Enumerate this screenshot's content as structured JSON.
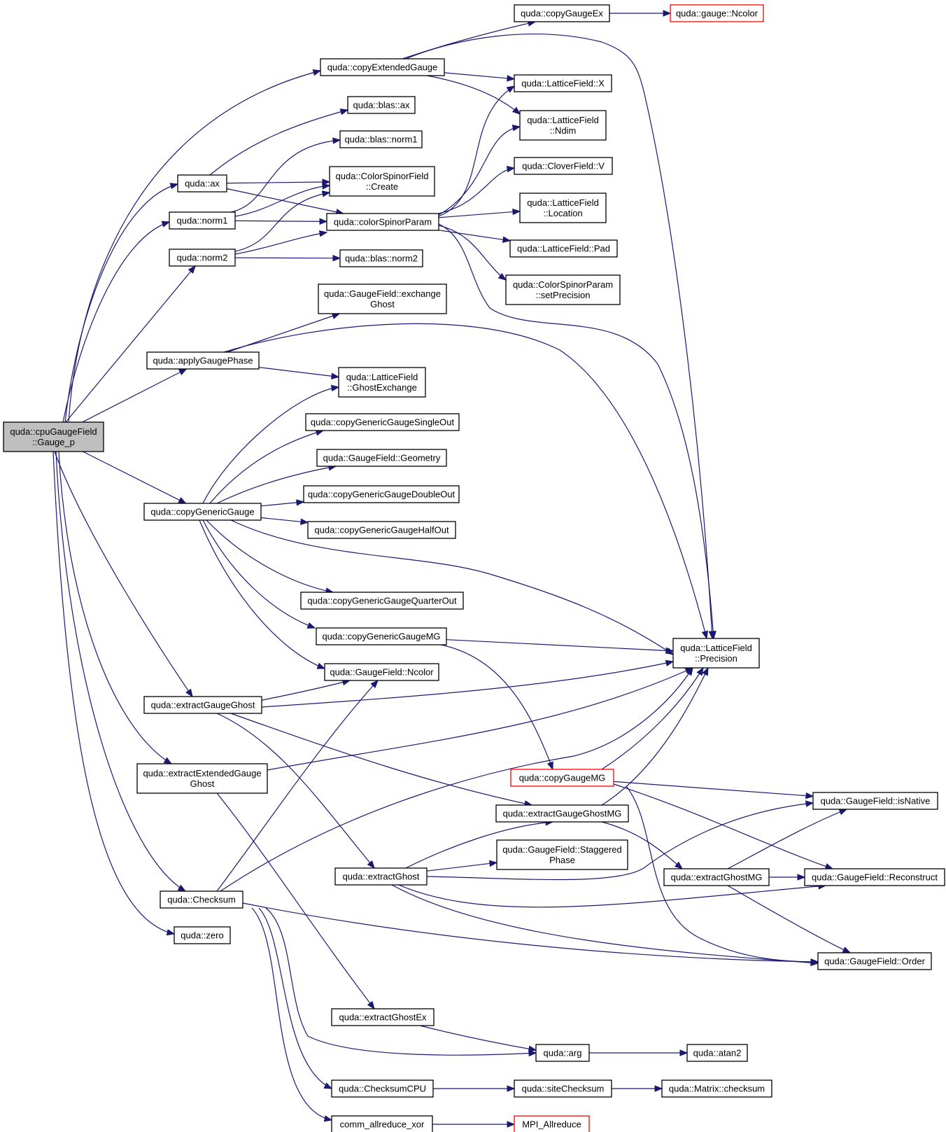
{
  "colors": {
    "edge": "#191970",
    "node_border": "#000000",
    "node_border_truncated": "#ff0000",
    "root_fill": "#bfbfbf",
    "node_fill": "#ffffff"
  },
  "nodes": [
    {
      "id": "root",
      "lines": [
        "quda::cpuGaugeField",
        "::Gauge_p"
      ],
      "style": "root"
    },
    {
      "id": "copyExtendedGauge",
      "lines": [
        "quda::copyExtendedGauge"
      ]
    },
    {
      "id": "ax",
      "lines": [
        "quda::ax"
      ]
    },
    {
      "id": "norm1",
      "lines": [
        "quda::norm1"
      ]
    },
    {
      "id": "norm2",
      "lines": [
        "quda::norm2"
      ]
    },
    {
      "id": "applyGaugePhase",
      "lines": [
        "quda::applyGaugePhase"
      ]
    },
    {
      "id": "copyGenericGauge",
      "lines": [
        "quda::copyGenericGauge"
      ]
    },
    {
      "id": "extractGaugeGhost",
      "lines": [
        "quda::extractGaugeGhost"
      ]
    },
    {
      "id": "extractExtendedGaugeGhost",
      "lines": [
        "quda::extractExtendedGauge",
        "Ghost"
      ]
    },
    {
      "id": "Checksum",
      "lines": [
        "quda::Checksum"
      ]
    },
    {
      "id": "zero",
      "lines": [
        "quda::zero"
      ]
    },
    {
      "id": "blas_ax",
      "lines": [
        "quda::blas::ax"
      ]
    },
    {
      "id": "blas_norm1",
      "lines": [
        "quda::blas::norm1"
      ]
    },
    {
      "id": "csf_Create",
      "lines": [
        "quda::ColorSpinorField",
        "::Create"
      ]
    },
    {
      "id": "colorSpinorParam",
      "lines": [
        "quda::colorSpinorParam"
      ]
    },
    {
      "id": "blas_norm2",
      "lines": [
        "quda::blas::norm2"
      ]
    },
    {
      "id": "gf_exchangeGhost",
      "lines": [
        "quda::GaugeField::exchange",
        "Ghost"
      ]
    },
    {
      "id": "lf_GhostExchange",
      "lines": [
        "quda::LatticeField",
        "::GhostExchange"
      ]
    },
    {
      "id": "cg_SingleOut",
      "lines": [
        "quda::copyGenericGaugeSingleOut"
      ]
    },
    {
      "id": "gf_Geometry",
      "lines": [
        "quda::GaugeField::Geometry"
      ]
    },
    {
      "id": "cg_DoubleOut",
      "lines": [
        "quda::copyGenericGaugeDoubleOut"
      ]
    },
    {
      "id": "cg_HalfOut",
      "lines": [
        "quda::copyGenericGaugeHalfOut"
      ]
    },
    {
      "id": "cg_QuarterOut",
      "lines": [
        "quda::copyGenericGaugeQuarterOut"
      ]
    },
    {
      "id": "cg_MG",
      "lines": [
        "quda::copyGenericGaugeMG"
      ]
    },
    {
      "id": "gf_Ncolor",
      "lines": [
        "quda::GaugeField::Ncolor"
      ]
    },
    {
      "id": "extractGhostEx",
      "lines": [
        "quda::extractGhostEx"
      ]
    },
    {
      "id": "extractGhost",
      "lines": [
        "quda::extractGhost"
      ]
    },
    {
      "id": "ChecksumCPU",
      "lines": [
        "quda::ChecksumCPU"
      ]
    },
    {
      "id": "comm_allreduce_xor",
      "lines": [
        "comm_allreduce_xor"
      ]
    },
    {
      "id": "copyGaugeEx",
      "lines": [
        "quda::copyGaugeEx"
      ]
    },
    {
      "id": "gauge_Ncolor",
      "lines": [
        "quda::gauge::Ncolor"
      ],
      "style": "truncated"
    },
    {
      "id": "lf_X",
      "lines": [
        "quda::LatticeField::X"
      ]
    },
    {
      "id": "lf_Ndim",
      "lines": [
        "quda::LatticeField",
        "::Ndim"
      ]
    },
    {
      "id": "cf_V",
      "lines": [
        "quda::CloverField::V"
      ]
    },
    {
      "id": "lf_Location",
      "lines": [
        "quda::LatticeField",
        "::Location"
      ]
    },
    {
      "id": "lf_Pad",
      "lines": [
        "quda::LatticeField::Pad"
      ]
    },
    {
      "id": "csp_setPrecision",
      "lines": [
        "quda::ColorSpinorParam",
        "::setPrecision"
      ]
    },
    {
      "id": "lf_Precision",
      "lines": [
        "quda::LatticeField",
        "::Precision"
      ]
    },
    {
      "id": "copyGaugeMG",
      "lines": [
        "quda::copyGaugeMG"
      ],
      "style": "truncated"
    },
    {
      "id": "extractGaugeGhostMG",
      "lines": [
        "quda::extractGaugeGhostMG"
      ]
    },
    {
      "id": "gf_StaggeredPhase",
      "lines": [
        "quda::GaugeField::Staggered",
        "Phase"
      ]
    },
    {
      "id": "extractGhostMG",
      "lines": [
        "quda::extractGhostMG"
      ]
    },
    {
      "id": "gf_isNative",
      "lines": [
        "quda::GaugeField::isNative"
      ]
    },
    {
      "id": "gf_Reconstruct",
      "lines": [
        "quda::GaugeField::Reconstruct"
      ]
    },
    {
      "id": "gf_Order",
      "lines": [
        "quda::GaugeField::Order"
      ]
    },
    {
      "id": "arg",
      "lines": [
        "quda::arg"
      ]
    },
    {
      "id": "atan2",
      "lines": [
        "quda::atan2"
      ]
    },
    {
      "id": "siteChecksum",
      "lines": [
        "quda::siteChecksum"
      ]
    },
    {
      "id": "matrix_checksum",
      "lines": [
        "quda::Matrix::checksum"
      ]
    },
    {
      "id": "MPI_Allreduce",
      "lines": [
        "MPI_Allreduce"
      ],
      "style": "truncated"
    }
  ],
  "edges": [
    [
      "root",
      "copyExtendedGauge"
    ],
    [
      "root",
      "ax"
    ],
    [
      "root",
      "norm1"
    ],
    [
      "root",
      "norm2"
    ],
    [
      "root",
      "applyGaugePhase"
    ],
    [
      "root",
      "copyGenericGauge"
    ],
    [
      "root",
      "extractGaugeGhost"
    ],
    [
      "root",
      "extractExtendedGaugeGhost"
    ],
    [
      "root",
      "Checksum"
    ],
    [
      "root",
      "zero"
    ],
    [
      "copyExtendedGauge",
      "copyGaugeEx"
    ],
    [
      "copyExtendedGauge",
      "lf_X"
    ],
    [
      "copyExtendedGauge",
      "lf_Ndim"
    ],
    [
      "copyExtendedGauge",
      "lf_Precision"
    ],
    [
      "copyGaugeEx",
      "gauge_Ncolor"
    ],
    [
      "ax",
      "blas_ax"
    ],
    [
      "ax",
      "csf_Create"
    ],
    [
      "ax",
      "colorSpinorParam"
    ],
    [
      "norm1",
      "blas_norm1"
    ],
    [
      "norm1",
      "csf_Create"
    ],
    [
      "norm1",
      "colorSpinorParam"
    ],
    [
      "norm2",
      "csf_Create"
    ],
    [
      "norm2",
      "colorSpinorParam"
    ],
    [
      "norm2",
      "blas_norm2"
    ],
    [
      "colorSpinorParam",
      "lf_X"
    ],
    [
      "colorSpinorParam",
      "lf_Ndim"
    ],
    [
      "colorSpinorParam",
      "cf_V"
    ],
    [
      "colorSpinorParam",
      "lf_Location"
    ],
    [
      "colorSpinorParam",
      "lf_Pad"
    ],
    [
      "colorSpinorParam",
      "csp_setPrecision"
    ],
    [
      "colorSpinorParam",
      "lf_Precision"
    ],
    [
      "applyGaugePhase",
      "gf_exchangeGhost"
    ],
    [
      "applyGaugePhase",
      "lf_GhostExchange"
    ],
    [
      "applyGaugePhase",
      "lf_Precision"
    ],
    [
      "copyGenericGauge",
      "lf_GhostExchange"
    ],
    [
      "copyGenericGauge",
      "cg_SingleOut"
    ],
    [
      "copyGenericGauge",
      "gf_Geometry"
    ],
    [
      "copyGenericGauge",
      "cg_DoubleOut"
    ],
    [
      "copyGenericGauge",
      "cg_HalfOut"
    ],
    [
      "copyGenericGauge",
      "cg_QuarterOut"
    ],
    [
      "copyGenericGauge",
      "cg_MG"
    ],
    [
      "copyGenericGauge",
      "gf_Ncolor"
    ],
    [
      "copyGenericGauge",
      "lf_Precision"
    ],
    [
      "cg_MG",
      "lf_Precision"
    ],
    [
      "cg_MG",
      "copyGaugeMG"
    ],
    [
      "extractGaugeGhost",
      "gf_Ncolor"
    ],
    [
      "extractGaugeGhost",
      "lf_Precision"
    ],
    [
      "extractGaugeGhost",
      "extractGaugeGhostMG"
    ],
    [
      "extractGaugeGhost",
      "extractGhost"
    ],
    [
      "extractExtendedGaugeGhost",
      "lf_Precision"
    ],
    [
      "extractExtendedGaugeGhost",
      "extractGhostEx"
    ],
    [
      "Checksum",
      "gf_Ncolor"
    ],
    [
      "Checksum",
      "lf_Precision"
    ],
    [
      "Checksum",
      "gf_Order"
    ],
    [
      "Checksum",
      "arg"
    ],
    [
      "Checksum",
      "ChecksumCPU"
    ],
    [
      "Checksum",
      "comm_allreduce_xor"
    ],
    [
      "copyGaugeMG",
      "lf_Precision"
    ],
    [
      "copyGaugeMG",
      "gf_isNative"
    ],
    [
      "copyGaugeMG",
      "gf_Reconstruct"
    ],
    [
      "copyGaugeMG",
      "gf_Order"
    ],
    [
      "extractGaugeGhostMG",
      "lf_Precision"
    ],
    [
      "extractGaugeGhostMG",
      "extractGhostMG"
    ],
    [
      "extractGhost",
      "extractGaugeGhostMG"
    ],
    [
      "extractGhost",
      "gf_StaggeredPhase"
    ],
    [
      "extractGhost",
      "gf_isNative"
    ],
    [
      "extractGhost",
      "gf_Reconstruct"
    ],
    [
      "extractGhost",
      "gf_Order"
    ],
    [
      "extractGhostMG",
      "gf_isNative"
    ],
    [
      "extractGhostMG",
      "gf_Reconstruct"
    ],
    [
      "extractGhostMG",
      "gf_Order"
    ],
    [
      "extractGhostEx",
      "arg"
    ],
    [
      "arg",
      "atan2"
    ],
    [
      "ChecksumCPU",
      "siteChecksum"
    ],
    [
      "siteChecksum",
      "matrix_checksum"
    ],
    [
      "comm_allreduce_xor",
      "MPI_Allreduce"
    ]
  ]
}
